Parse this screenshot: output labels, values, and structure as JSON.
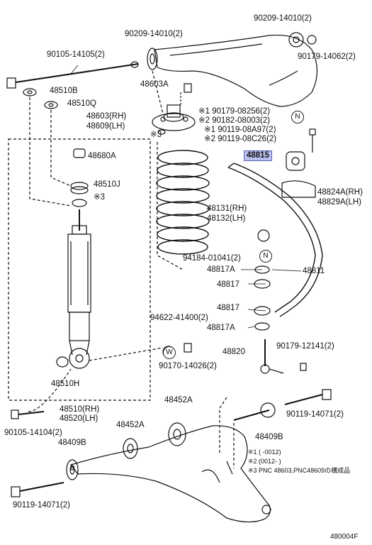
{
  "labels": {
    "p90209_top_right": "90209-14010(2)",
    "p90209_top_left": "90209-14010(2)",
    "p90105_14105": "90105-14105(2)",
    "p90179_14062": "90179-14062(2)",
    "p48510B": "48510B",
    "p48603A": "48603A",
    "p48510Q": "48510Q",
    "p48603_rh": "48603(RH)",
    "p48609_lh": "48609(LH)",
    "p90179_08256": "※1 90179-08256(2)",
    "p90182_08003": "※2 90182-08003(2)",
    "p90119_08A97": "※1 90119-08A97(2)",
    "p90119_08C26": "※2 90119-08C26(2)",
    "p3_mark_upper": "※3",
    "p48815": "48815",
    "p48680A": "48680A",
    "p48824A_rh": "48824A(RH)",
    "p48829A_lh": "48829A(LH)",
    "p48510J": "48510J",
    "p3_mark_left": "※3",
    "p48131_rh": "48131(RH)",
    "p48132_lh": "48132(LH)",
    "p94184_01041": "94184-01041(2)",
    "p48817A_upper": "48817A",
    "p48811": "48811",
    "p48817_upper": "48817",
    "p48817_lower": "48817",
    "p48817A_lower": "48817A",
    "p94622_41400": "94622-41400(2)",
    "p48820": "48820",
    "p90179_12141": "90179-12141(2)",
    "p90170_14026": "90170-14026(2)",
    "p48510H": "48510H",
    "p48510_rh": "48510(RH)",
    "p48520_lh": "48520(LH)",
    "p48452A_right": "48452A",
    "p48452A_left": "48452A",
    "p90119_14071_right": "90119-14071(2)",
    "p90105_14104": "90105-14104(2)",
    "p48409B_left": "48409B",
    "p48409B_right": "48409B",
    "p90119_14071_left": "90119-14071(2)",
    "diagram_id": "480004F"
  },
  "symbols": {
    "n_circle": "N",
    "w_circle": "W"
  },
  "notes": {
    "note1": "※1 (      -0012)",
    "note2": "※2 (0012-      )",
    "note3": "※3 PNC 48603,PNC48609の構成品"
  }
}
